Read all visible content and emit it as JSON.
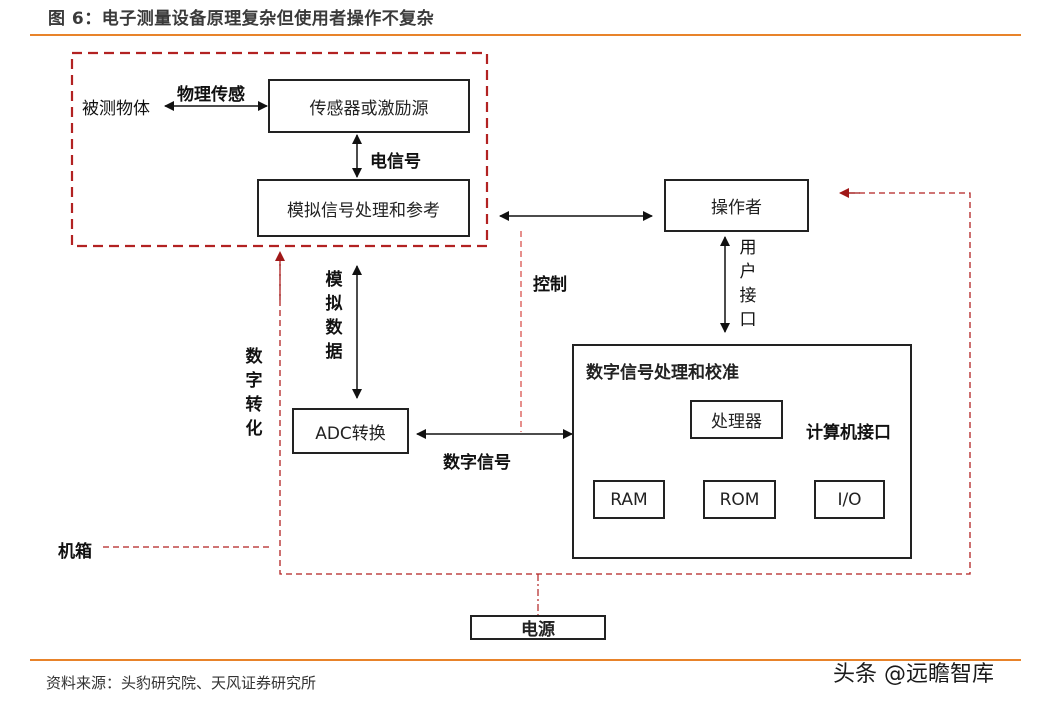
{
  "figure": {
    "title": "图 6：电子测量设备原理复杂但使用者操作不复杂",
    "source": "资料来源：头豹研究院、天风证券研究所",
    "watermark": "头条 @远瞻智库"
  },
  "colors": {
    "accent_rule": "#e8832a",
    "chassis_dash": "#b22222",
    "box_border": "#222222"
  },
  "nodes": {
    "measured_object": "被测物体",
    "sensor": "传感器或激励源",
    "analog_processing": "模拟信号处理和参考",
    "operator": "操作者",
    "adc": "ADC转换",
    "dsp_block": "数字信号处理和校准",
    "processor": "处理器",
    "computer_interface": "计算机接口",
    "ram": "RAM",
    "rom": "ROM",
    "io": "I/O",
    "power": "电源",
    "chassis": "机箱"
  },
  "edges": {
    "physical_sensing": "物理传感",
    "electrical_signal": "电信号",
    "analog_data": "模拟数据",
    "digital_conversion": "数字转化",
    "control": "控制",
    "user_interface": "用户接口",
    "digital_signal": "数字信号"
  }
}
